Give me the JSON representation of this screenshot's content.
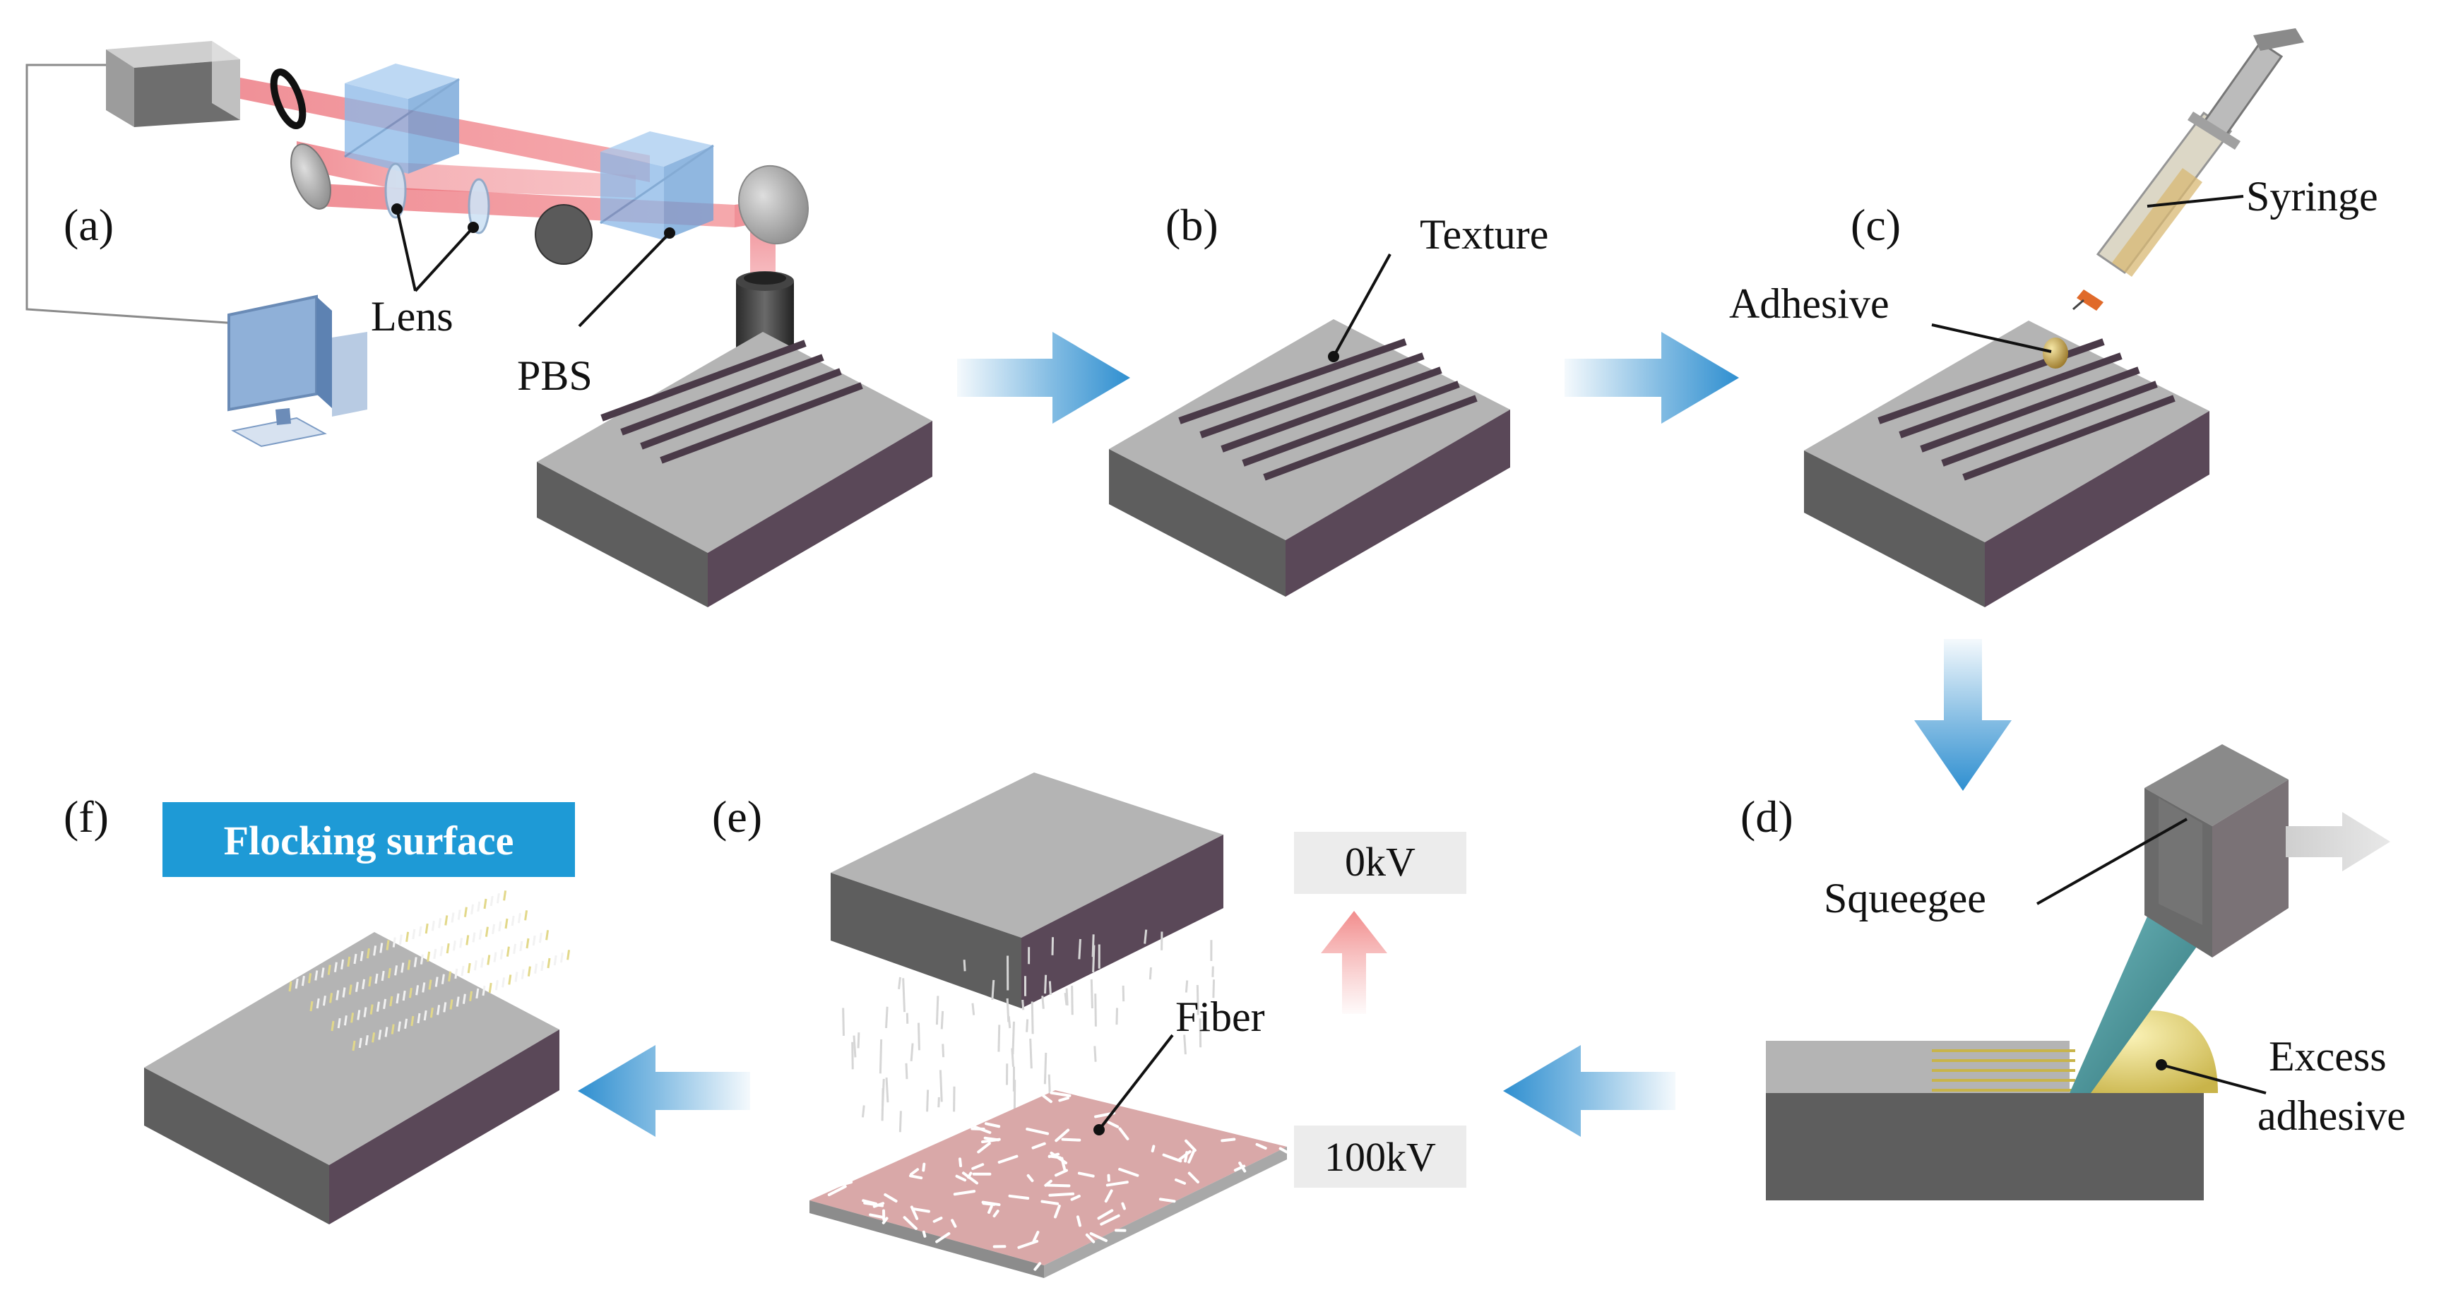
{
  "panels": {
    "a": {
      "label": "(a)",
      "lens_label": "Lens",
      "pbs_label": "PBS"
    },
    "b": {
      "label": "(b)",
      "texture_label": "Texture"
    },
    "c": {
      "label": "(c)",
      "syringe_label": "Syringe",
      "adhesive_label": "Adhesive"
    },
    "d": {
      "label": "(d)",
      "squeegee_label": "Squeegee",
      "excess_line1": "Excess",
      "excess_line2": "adhesive"
    },
    "e": {
      "label": "(e)",
      "fiber_label": "Fiber",
      "voltage_top": "0kV",
      "voltage_bottom": "100kV"
    },
    "f": {
      "label": "(f)",
      "badge": "Flocking surface"
    }
  },
  "colors": {
    "block_top": "#b4b4b4",
    "block_left": "#5e5e5e",
    "block_right": "#5a4858",
    "groove": "#4a3a48",
    "laser": "#e85560",
    "cube": "#8ab8e8",
    "arrow_blue": "#2f8fd0",
    "badge_bg": "#1e9ad6",
    "adhesive": "#e3d46a",
    "blade": "#4f9aa0",
    "fiber_plate": "#d9a8a8",
    "voltage_box": "#ececec",
    "up_arrow": "#f2a0a0"
  }
}
